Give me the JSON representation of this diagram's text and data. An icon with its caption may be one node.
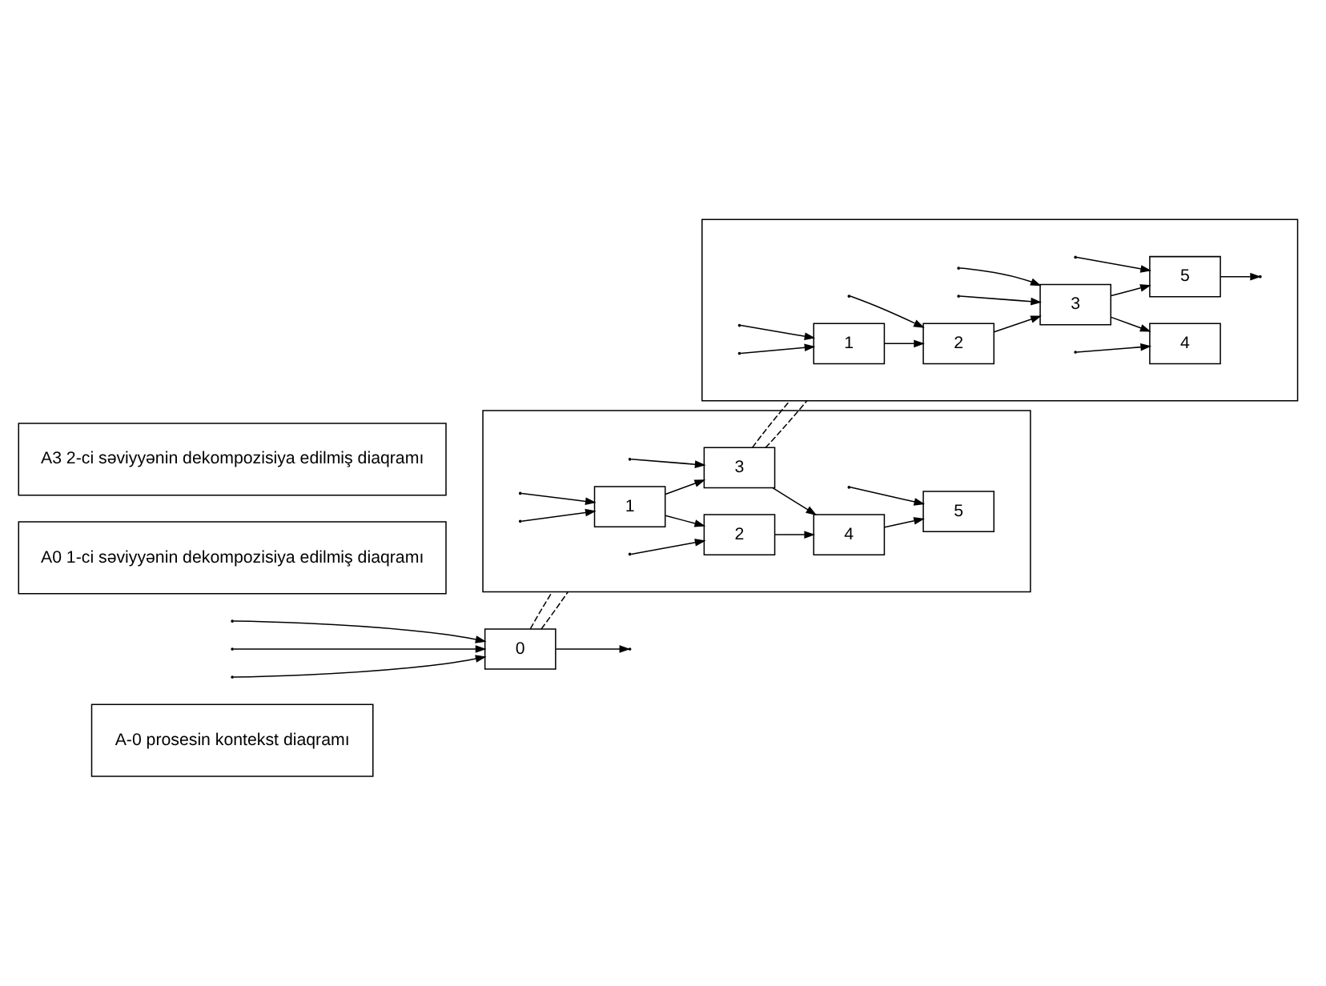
{
  "diagram": {
    "nodes": [
      {
        "text": [
          "A-0 prosesin kontekst diaqramı"
        ]
      },
      {
        "text": [
          "0"
        ]
      },
      {
        "text": [],
        "shape": "box"
      },
      {
        "text": [
          "1"
        ],
        "in": 2
      },
      {
        "text": [
          "2"
        ],
        "in": 2
      },
      {
        "text": [
          "3"
        ],
        "in": 2
      },
      {
        "text": [
          "4"
        ],
        "in": 2
      },
      {
        "text": [
          "5"
        ],
        "in": 2
      },
      {
        "text": [
          "A0 1-ci səviyyənin dekompozisiya edilmiş diaqramı"
        ]
      },
      {
        "text": [
          "A3 2-ci səviyyənin dekompozisiya edilmiş diaqramı"
        ]
      },
      {
        "text": [],
        "shape": "box"
      },
      {
        "text": [
          "1"
        ],
        "in": 10
      },
      {
        "text": [
          "2"
        ],
        "in": 10
      },
      {
        "text": [
          "3"
        ],
        "in": 10
      },
      {
        "text": [
          "4"
        ],
        "in": 10
      },
      {
        "text": [
          "5"
        ],
        "in": 10
      }
    ],
    "edges": [
      {
        "from": null,
        "to": 1,
        "arrow": "to"
      },
      {
        "from": null,
        "to": 1,
        "arrow": "to"
      },
      {
        "from": null,
        "to": 1,
        "arrow": "to"
      },
      {
        "from": 1,
        "to": null,
        "arrow": "to"
      },
      {
        "from": 1,
        "to": 2,
        "arrow": "none",
        "style": "dashed"
      },
      {
        "from": 1,
        "to": 2,
        "arrow": "none",
        "style": "dashed"
      },
      {
        "from": null,
        "to": 3,
        "arrow": "to"
      },
      {
        "from": 3,
        "to": 4,
        "arrow": "to"
      },
      {
        "from": 3,
        "to": 5,
        "arrow": "to"
      },
      {
        "from": null,
        "to": 4,
        "arrow": "to"
      },
      {
        "from": null,
        "to": 7,
        "arrow": "to"
      },
      {
        "from": 4,
        "to": 6,
        "arrow": "to"
      },
      {
        "from": 5,
        "to": 6,
        "arrow": "to"
      },
      {
        "from": 6,
        "to": 7,
        "arrow": "to"
      },
      {
        "from": null,
        "to": 5,
        "arrow": "to"
      },
      {
        "from": null,
        "to": 3,
        "arrow": "to"
      },
      {
        "from": 5,
        "to": 10,
        "arrow": "none",
        "style": "dashed"
      },
      {
        "from": 5,
        "to": 10,
        "arrow": "none",
        "style": "dashed"
      },
      {
        "from": null,
        "to": 11,
        "arrow": "to"
      },
      {
        "from": 11,
        "to": 12,
        "arrow": "to"
      },
      {
        "from": 12,
        "to": 13,
        "arrow": "to"
      },
      {
        "from": 13,
        "to": 14,
        "arrow": "to"
      },
      {
        "from": 13,
        "to": 15,
        "arrow": "to"
      },
      {
        "from": null,
        "to": 12,
        "arrow": "to"
      },
      {
        "from": null,
        "to": 15,
        "arrow": "to"
      },
      {
        "from": null,
        "to": 13,
        "arrow": "to"
      },
      {
        "from": null,
        "to": 14,
        "arrow": "to"
      },
      {
        "from": null,
        "to": 13,
        "arrow": "to"
      },
      {
        "from": null,
        "to": 11,
        "arrow": "to"
      },
      {
        "from": 15,
        "to": null,
        "arrow": "to"
      }
    ]
  }
}
